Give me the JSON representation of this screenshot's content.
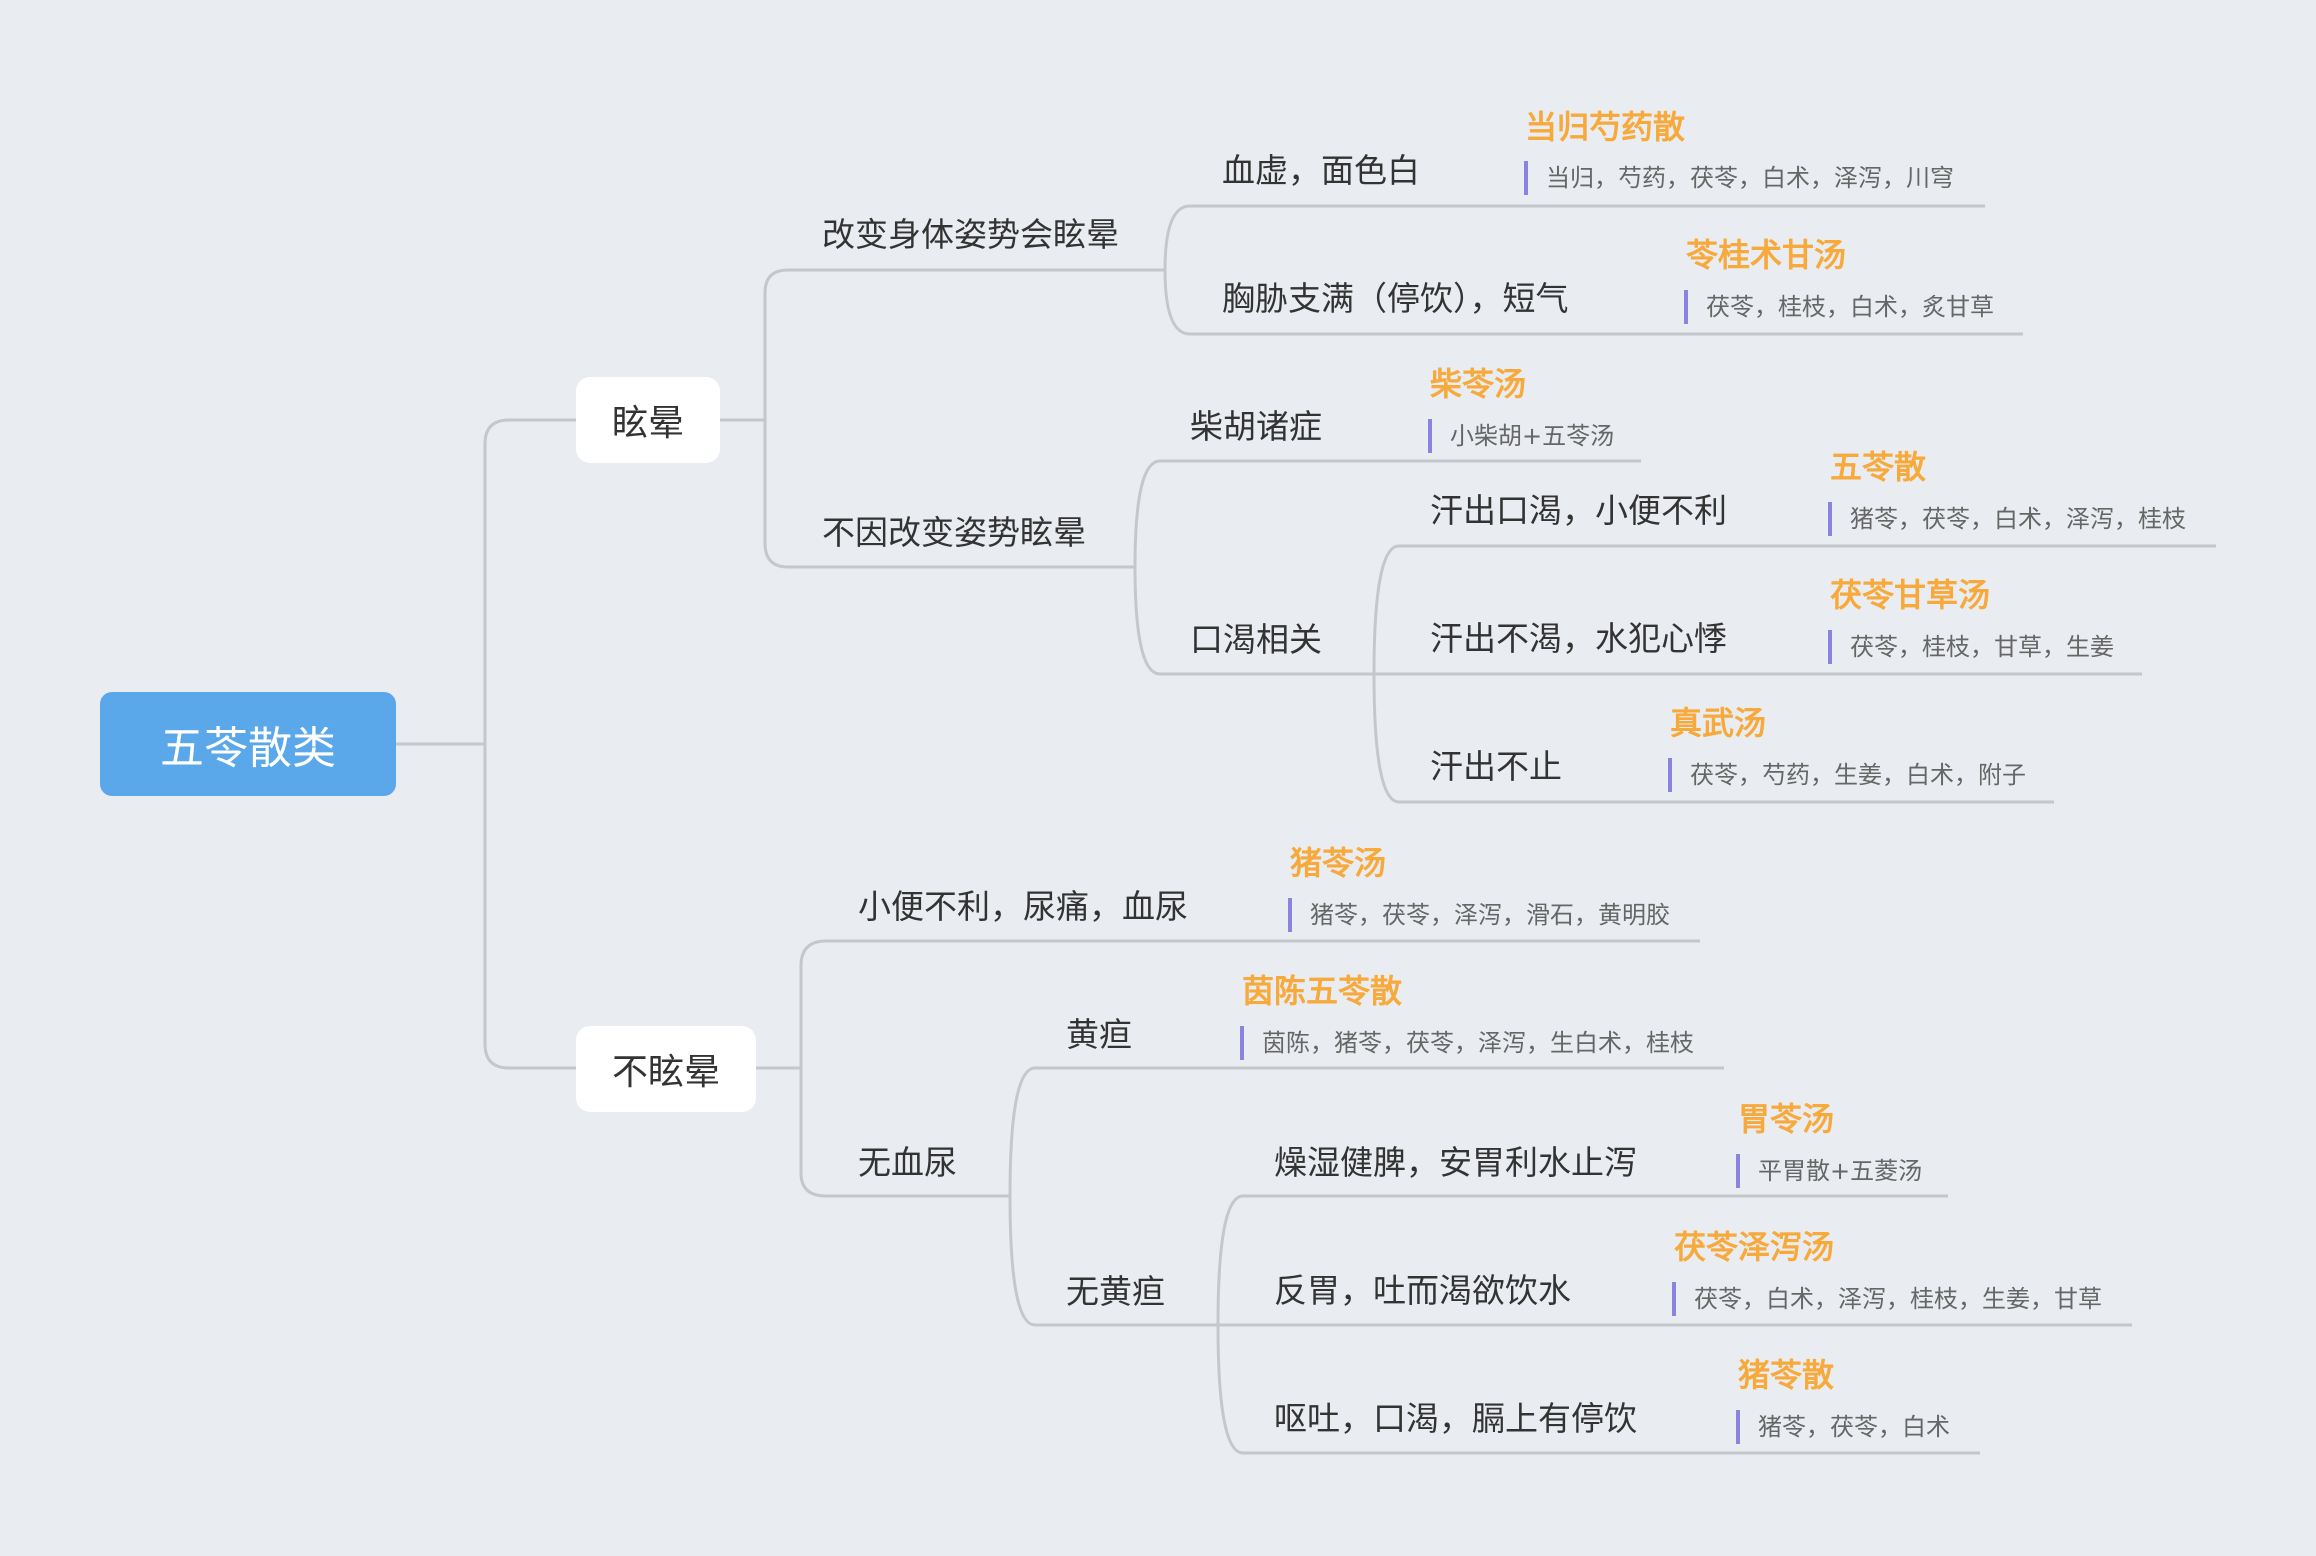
{
  "root": {
    "label": "五苓散类"
  },
  "branches": {
    "dizzy": {
      "label": "眩晕",
      "posture": {
        "label": "改变身体姿势会眩晕",
        "blood": {
          "label": "血虚，面色白",
          "formula": "当归芍药散",
          "ingredients": "当归，芍药，茯苓，白术，泽泻，川穹"
        },
        "chest": {
          "label": "胸胁支满（停饮），短气",
          "formula": "苓桂术甘汤",
          "ingredients": "茯苓，桂枝，白术，炙甘草"
        }
      },
      "nonposture": {
        "label": "不因改变姿势眩晕",
        "chaihu": {
          "label": "柴胡诸症",
          "formula": "柴苓汤",
          "ingredients": "小柴胡+五苓汤"
        },
        "thirst": {
          "label": "口渴相关",
          "sweat_thirst": {
            "label": "汗出口渴，小便不利",
            "formula": "五苓散",
            "ingredients": "猪苓，茯苓，白术，泽泻，桂枝"
          },
          "sweat_nothirst": {
            "label": "汗出不渴，水犯心悸",
            "formula": "茯苓甘草汤",
            "ingredients": "茯苓，桂枝，甘草，生姜"
          },
          "sweat_endless": {
            "label": "汗出不止",
            "formula": "真武汤",
            "ingredients": "茯苓，芍药，生姜，白术，附子"
          }
        }
      }
    },
    "nodizzy": {
      "label": "不眩晕",
      "urine": {
        "label": "小便不利，尿痛，血尿",
        "formula": "猪苓汤",
        "ingredients": "猪苓，茯苓，泽泻，滑石，黄明胶"
      },
      "nourine": {
        "label": "无血尿",
        "jaundice": {
          "label": "黄疸",
          "formula": "茵陈五苓散",
          "ingredients": "茵陈，猪苓，茯苓，泽泻，生白术，桂枝"
        },
        "nojaundice": {
          "label": "无黄疸",
          "dry": {
            "label": "燥湿健脾，安胃利水止泻",
            "formula": "胃苓汤",
            "ingredients": "平胃散+五菱汤"
          },
          "stomach": {
            "label": "反胃，吐而渴欲饮水",
            "formula": "茯苓泽泻汤",
            "ingredients": "茯苓，白术，泽泻，桂枝，生姜，甘草"
          },
          "vomit": {
            "label": "呕吐，口渴，膈上有停饮",
            "formula": "猪苓散",
            "ingredients": "猪苓，茯苓，白术"
          }
        }
      }
    }
  },
  "colors": {
    "root_bg": "#5aa7e9",
    "line": "#c4c8cc",
    "formula": "#f7a93b",
    "note_bar": "#8a84e0",
    "background": "#e9edf1"
  }
}
